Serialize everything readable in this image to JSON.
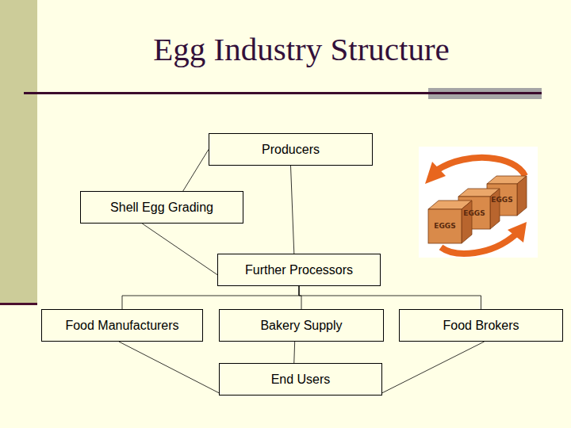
{
  "diagram": {
    "title": "Egg Industry Structure",
    "nodes": [
      {
        "text": [
          "Producers"
        ]
      },
      {
        "text": [
          "Shell Egg Grading"
        ]
      },
      {
        "text": [
          "Further Processors"
        ]
      },
      {
        "text": [
          "Food Manufacturers"
        ]
      },
      {
        "text": [
          "Bakery Supply"
        ]
      },
      {
        "text": [
          "Food Brokers"
        ]
      },
      {
        "text": [
          "End Users"
        ]
      }
    ],
    "edges": [
      {
        "from": 0,
        "to": 1,
        "arrow": "none"
      },
      {
        "from": 0,
        "to": 2,
        "arrow": "none"
      },
      {
        "from": 1,
        "to": 2,
        "arrow": "none"
      },
      {
        "from": 2,
        "to": 3,
        "arrow": "none"
      },
      {
        "from": 2,
        "to": 4,
        "arrow": "none"
      },
      {
        "from": 2,
        "to": 5,
        "arrow": "none"
      },
      {
        "from": 3,
        "to": 6,
        "arrow": "none"
      },
      {
        "from": 4,
        "to": 6,
        "arrow": "none"
      },
      {
        "from": 5,
        "to": 6,
        "arrow": "none"
      }
    ],
    "labels": [
      "EGGS",
      "EGGS",
      "EGGS"
    ]
  }
}
